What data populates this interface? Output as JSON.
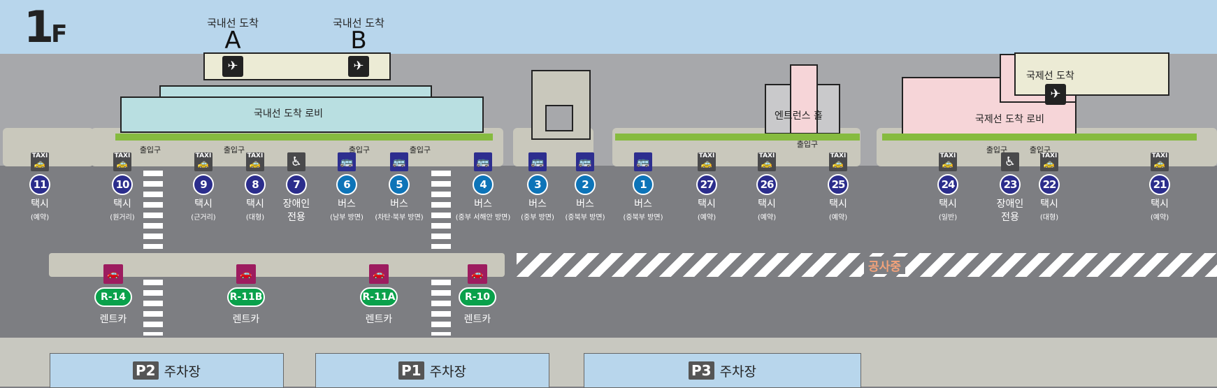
{
  "floor": {
    "number": "1",
    "unit": "F"
  },
  "domestic": {
    "arrival_a": {
      "label": "국내선 도착",
      "letter": "A"
    },
    "arrival_b": {
      "label": "국내선 도착",
      "letter": "B"
    },
    "lobby": "국내선 도착 로비"
  },
  "international": {
    "arrival": "국제선 도착",
    "lobby": "국제선 도착 로비"
  },
  "entrance_hall": "엔트런스 홀",
  "exit_label": "출입구",
  "stops": [
    {
      "num": "11",
      "type": "taxi",
      "label": "택시",
      "sub": "(예약)"
    },
    {
      "num": "10",
      "type": "taxi",
      "label": "택시",
      "sub": "(원거리)"
    },
    {
      "num": "9",
      "type": "taxi",
      "label": "택시",
      "sub": "(근거리)"
    },
    {
      "num": "8",
      "type": "taxi",
      "label": "택시",
      "sub": "(대형)"
    },
    {
      "num": "7",
      "type": "accessible",
      "label": "장애인",
      "sub": "전용"
    },
    {
      "num": "6",
      "type": "bus",
      "label": "버스",
      "sub": "(남부 방면)"
    },
    {
      "num": "5",
      "type": "bus",
      "label": "버스",
      "sub": "(차탄·북부 방면)"
    },
    {
      "num": "4",
      "type": "bus",
      "label": "버스",
      "sub": "(중부 서해안 방면)"
    },
    {
      "num": "3",
      "type": "bus",
      "label": "버스",
      "sub": "(중부 방면)"
    },
    {
      "num": "2",
      "type": "bus",
      "label": "버스",
      "sub": "(중북부 방면)"
    },
    {
      "num": "1",
      "type": "bus",
      "label": "버스",
      "sub": "(중북부 방면)"
    },
    {
      "num": "27",
      "type": "taxi",
      "label": "택시",
      "sub": "(예약)"
    },
    {
      "num": "26",
      "type": "taxi",
      "label": "택시",
      "sub": "(예약)"
    },
    {
      "num": "25",
      "type": "taxi",
      "label": "택시",
      "sub": "(예약)"
    },
    {
      "num": "24",
      "type": "taxi",
      "label": "택시",
      "sub": "(일반)"
    },
    {
      "num": "23",
      "type": "accessible",
      "label": "장애인",
      "sub": "전용"
    },
    {
      "num": "22",
      "type": "taxi",
      "label": "택시",
      "sub": "(대형)"
    },
    {
      "num": "21",
      "type": "taxi",
      "label": "택시",
      "sub": "(예약)"
    }
  ],
  "taxi_icon_text": "TAXI",
  "rentals": [
    {
      "code": "R-14",
      "label": "렌트카"
    },
    {
      "code": "R-11B",
      "label": "렌트카"
    },
    {
      "code": "R-11A",
      "label": "렌트카"
    },
    {
      "code": "R-10",
      "label": "렌트카"
    }
  ],
  "construction": "공사중",
  "parking": [
    {
      "code": "P2",
      "label": "주차장"
    },
    {
      "code": "P1",
      "label": "주차장"
    },
    {
      "code": "P3",
      "label": "주차장"
    }
  ],
  "colors": {
    "bus": "#0d74b8",
    "taxi_circle": "#2b2d8c",
    "bus_square": "#2d2e8f",
    "rental": "#9d1c5f",
    "rental_pill": "#0aa14b",
    "sky": "#b8d6ec"
  }
}
